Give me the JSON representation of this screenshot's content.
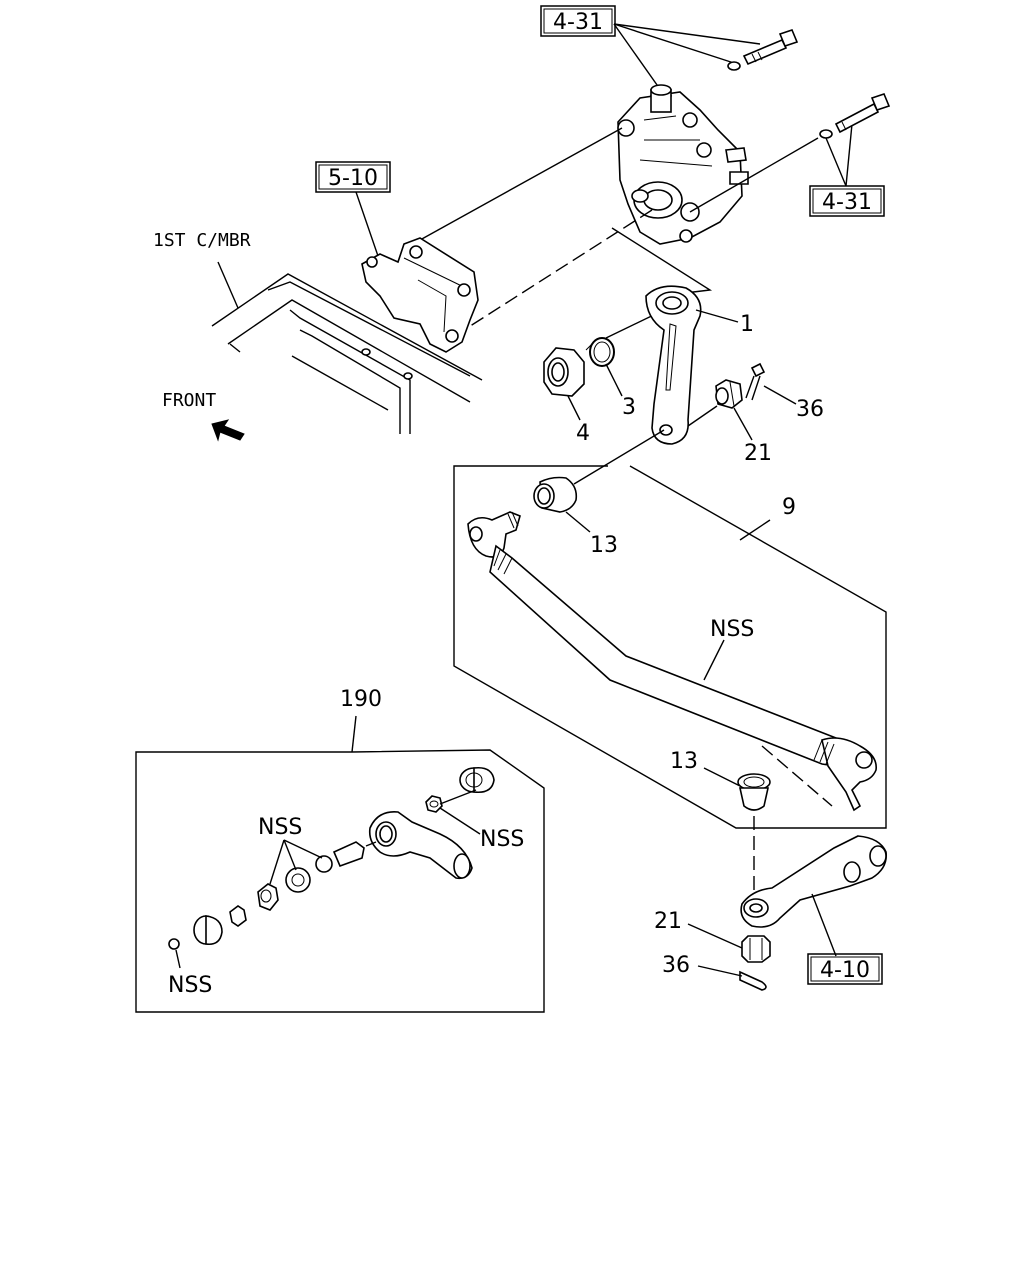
{
  "refs": {
    "r431_top": "4-31",
    "r431_right": "4-31",
    "r510": "5-10",
    "r410": "4-10"
  },
  "labels": {
    "first_crossmember": "1ST C/MBR",
    "front": "FRONT",
    "p1": "1",
    "p3": "3",
    "p4": "4",
    "p21_top": "21",
    "p36_top": "36",
    "p9": "9",
    "p13_top": "13",
    "nss_rod": "NSS",
    "p13_bottom": "13",
    "p190": "190",
    "nss_kit_a": "NSS",
    "nss_kit_b": "NSS",
    "nss_kit_c": "NSS",
    "p21_bottom": "21",
    "p36_bottom": "36"
  }
}
